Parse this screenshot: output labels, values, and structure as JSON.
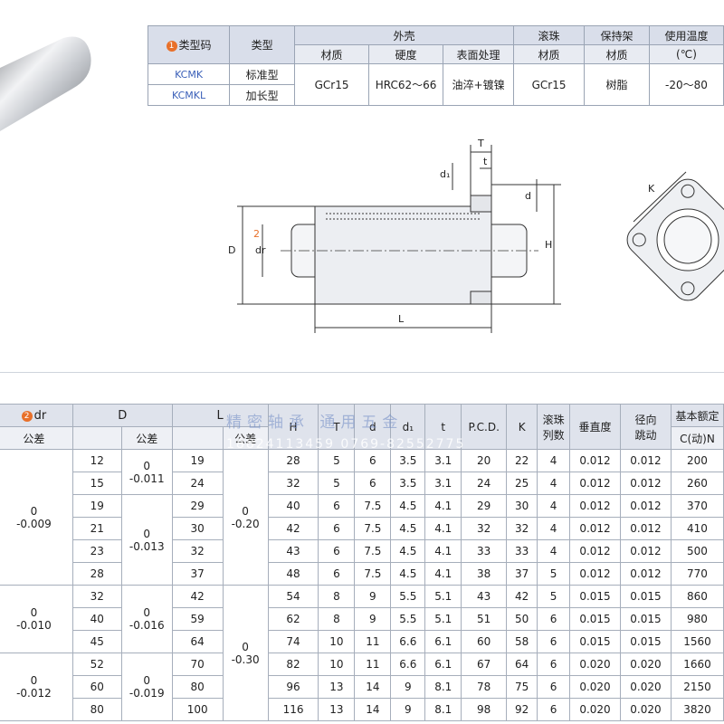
{
  "colors": {
    "header_bg": "#d9deea",
    "code_blue": "#3a5fb8",
    "marker_orange": "#e8702a",
    "line": "#9aa4b4"
  },
  "spec": {
    "marker1": "1",
    "col_code": "类型码",
    "col_type": "类型",
    "col_shell": "外壳",
    "col_ball": "滚珠",
    "col_cage": "保持架",
    "col_temp": "使用温度",
    "temp_unit": "(℃)",
    "sub_material": "材质",
    "sub_hardness": "硬度",
    "sub_surface": "表面处理",
    "sub_ball_material": "材质",
    "sub_cage_material": "材质",
    "rows": [
      {
        "code": "KCMK",
        "type": "标准型"
      },
      {
        "code": "KCMKL",
        "type": "加长型"
      }
    ],
    "shell_material": "GCr15",
    "hardness": "HRC62～66",
    "surface": "油淬+镀镍",
    "ball_material": "GCr15",
    "cage_material": "树脂",
    "temp_range": "-20～80"
  },
  "drawing": {
    "T": "T",
    "t": "t",
    "d1": "d₁",
    "d": "d",
    "D": "D",
    "marker2": "2",
    "dr": "dr",
    "H": "H",
    "L": "L",
    "K": "K"
  },
  "watermark": {
    "text1": "精密轴承 通用五金",
    "phone": "18824113459   0769-82552775"
  },
  "table": {
    "marker2": "2",
    "head_dr": "dr",
    "head_D": "D",
    "head_L": "L",
    "head_H": "H",
    "head_T": "T",
    "head_d": "d",
    "head_d1": "d₁",
    "head_t": "t",
    "head_pcd": "P.C.D.",
    "head_K": "K",
    "head_balls1": "滚珠",
    "head_balls2": "列数",
    "head_perp": "垂直度",
    "head_runout1": "径向",
    "head_runout2": "跳动",
    "head_load": "基本额定",
    "head_tol_dr": "公差",
    "head_tol_D": "公差",
    "head_tol_L": "公差",
    "head_cn": "C(动)N",
    "tol_dr": [
      "0\n-0.009",
      "0\n-0.010",
      "0\n-0.012"
    ],
    "tol_D": [
      "0\n-0.011",
      "0\n-0.013",
      "0\n-0.016",
      "0\n-0.019"
    ],
    "tol_L": [
      "0\n-0.20",
      "0\n-0.30"
    ],
    "rows": [
      {
        "D": "12",
        "L": "19",
        "H": "28",
        "T": "5",
        "d": "6",
        "d1": "3.5",
        "t": "3.1",
        "pcd": "20",
        "K": "22",
        "n": "4",
        "perp": "0.012",
        "run": "0.012",
        "c": "200"
      },
      {
        "D": "15",
        "L": "24",
        "H": "32",
        "T": "5",
        "d": "6",
        "d1": "3.5",
        "t": "3.1",
        "pcd": "24",
        "K": "25",
        "n": "4",
        "perp": "0.012",
        "run": "0.012",
        "c": "260"
      },
      {
        "D": "19",
        "L": "29",
        "H": "40",
        "T": "6",
        "d": "7.5",
        "d1": "4.5",
        "t": "4.1",
        "pcd": "29",
        "K": "30",
        "n": "4",
        "perp": "0.012",
        "run": "0.012",
        "c": "370"
      },
      {
        "D": "21",
        "L": "30",
        "H": "42",
        "T": "6",
        "d": "7.5",
        "d1": "4.5",
        "t": "4.1",
        "pcd": "32",
        "K": "32",
        "n": "4",
        "perp": "0.012",
        "run": "0.012",
        "c": "410"
      },
      {
        "D": "23",
        "L": "32",
        "H": "43",
        "T": "6",
        "d": "7.5",
        "d1": "4.5",
        "t": "4.1",
        "pcd": "33",
        "K": "33",
        "n": "4",
        "perp": "0.012",
        "run": "0.012",
        "c": "500"
      },
      {
        "D": "28",
        "L": "37",
        "H": "48",
        "T": "6",
        "d": "7.5",
        "d1": "4.5",
        "t": "4.1",
        "pcd": "38",
        "K": "37",
        "n": "5",
        "perp": "0.012",
        "run": "0.012",
        "c": "770"
      },
      {
        "D": "32",
        "L": "42",
        "H": "54",
        "T": "8",
        "d": "9",
        "d1": "5.5",
        "t": "5.1",
        "pcd": "43",
        "K": "42",
        "n": "5",
        "perp": "0.015",
        "run": "0.015",
        "c": "860"
      },
      {
        "D": "40",
        "L": "59",
        "H": "62",
        "T": "8",
        "d": "9",
        "d1": "5.5",
        "t": "5.1",
        "pcd": "51",
        "K": "50",
        "n": "6",
        "perp": "0.015",
        "run": "0.015",
        "c": "980"
      },
      {
        "D": "45",
        "L": "64",
        "H": "74",
        "T": "10",
        "d": "11",
        "d1": "6.6",
        "t": "6.1",
        "pcd": "60",
        "K": "58",
        "n": "6",
        "perp": "0.015",
        "run": "0.015",
        "c": "1560"
      },
      {
        "D": "52",
        "L": "70",
        "H": "82",
        "T": "10",
        "d": "11",
        "d1": "6.6",
        "t": "6.1",
        "pcd": "67",
        "K": "64",
        "n": "6",
        "perp": "0.020",
        "run": "0.020",
        "c": "1660"
      },
      {
        "D": "60",
        "L": "80",
        "H": "96",
        "T": "13",
        "d": "14",
        "d1": "9",
        "t": "8.1",
        "pcd": "78",
        "K": "75",
        "n": "6",
        "perp": "0.020",
        "run": "0.020",
        "c": "2150"
      },
      {
        "D": "80",
        "L": "100",
        "H": "116",
        "T": "13",
        "d": "14",
        "d1": "9",
        "t": "8.1",
        "pcd": "98",
        "K": "92",
        "n": "6",
        "perp": "0.020",
        "run": "0.020",
        "c": "3820"
      }
    ]
  }
}
